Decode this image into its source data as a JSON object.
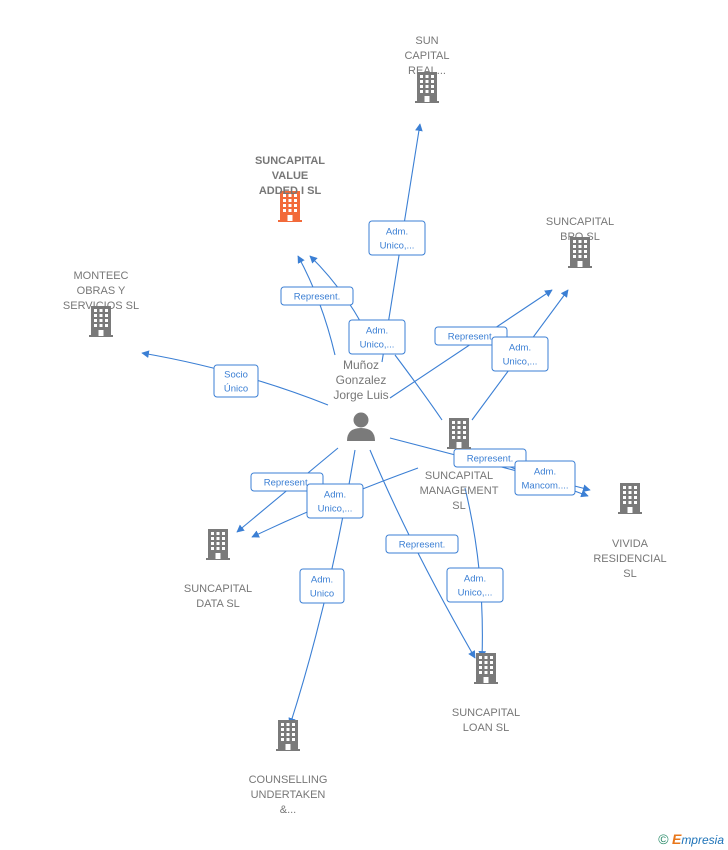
{
  "person": {
    "name_lines": [
      "Muñoz",
      "Gonzalez",
      "Jorge Luis"
    ]
  },
  "companies": [
    {
      "id": "sun_capital_real",
      "lines": [
        "SUN",
        "CAPITAL",
        "REAL..."
      ],
      "highlight": false
    },
    {
      "id": "suncapital_value",
      "lines": [
        "SUNCAPITAL",
        "VALUE",
        "ADDED I  SL"
      ],
      "highlight": true
    },
    {
      "id": "suncapital_bpo",
      "lines": [
        "SUNCAPITAL",
        "BPO  SL"
      ],
      "highlight": false
    },
    {
      "id": "monteec",
      "lines": [
        "MONTEEC",
        "OBRAS Y",
        "SERVICIOS  SL"
      ],
      "highlight": false
    },
    {
      "id": "suncapital_management",
      "lines": [
        "SUNCAPITAL",
        "MANAGEMENT",
        "SL"
      ],
      "highlight": false
    },
    {
      "id": "vivida",
      "lines": [
        "VIVIDA",
        "RESIDENCIAL",
        "SL"
      ],
      "highlight": false
    },
    {
      "id": "suncapital_data",
      "lines": [
        "SUNCAPITAL",
        "DATA  SL"
      ],
      "highlight": false
    },
    {
      "id": "suncapital_loan",
      "lines": [
        "SUNCAPITAL",
        "LOAN  SL"
      ],
      "highlight": false
    },
    {
      "id": "counselling",
      "lines": [
        "COUNSELLING",
        "UNDERTAKEN",
        "&..."
      ],
      "highlight": false
    }
  ],
  "relations": [
    {
      "id": "r1",
      "lines": [
        "Adm.",
        "Unico,..."
      ]
    },
    {
      "id": "r2",
      "lines": [
        "Represent."
      ]
    },
    {
      "id": "r3",
      "lines": [
        "Adm.",
        "Unico,..."
      ]
    },
    {
      "id": "r4",
      "lines": [
        "Represent."
      ]
    },
    {
      "id": "r5",
      "lines": [
        "Adm.",
        "Unico,..."
      ]
    },
    {
      "id": "r6",
      "lines": [
        "Socio",
        "Único"
      ]
    },
    {
      "id": "r7",
      "lines": [
        "Represent."
      ]
    },
    {
      "id": "r8",
      "lines": [
        "Adm.",
        "Mancom...."
      ]
    },
    {
      "id": "r9",
      "lines": [
        "Represent."
      ]
    },
    {
      "id": "r10",
      "lines": [
        "Adm.",
        "Unico,..."
      ]
    },
    {
      "id": "r11",
      "lines": [
        "Adm.",
        "Unico"
      ]
    },
    {
      "id": "r12",
      "lines": [
        "Represent."
      ]
    },
    {
      "id": "r13",
      "lines": [
        "Adm.",
        "Unico,..."
      ]
    }
  ],
  "colors": {
    "edge": "#3b7fd4",
    "building": "#7a7a7a",
    "building_highlight": "#f26a3a",
    "text": "#777777"
  },
  "footer": {
    "copyright_symbol": "©",
    "brand_initial": "E",
    "brand_rest": "mpresia"
  }
}
